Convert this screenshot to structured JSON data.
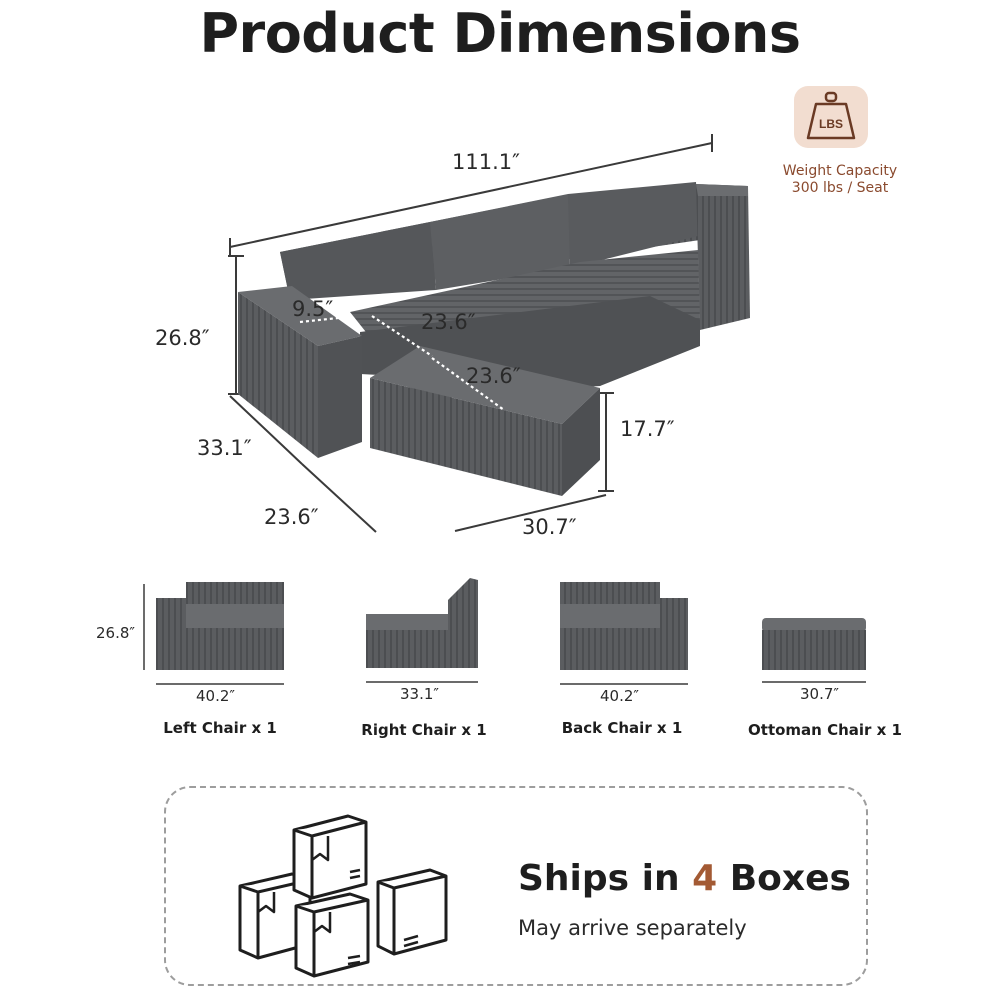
{
  "title": "Product Dimensions",
  "weight": {
    "icon_text": "LBS",
    "line1": "Weight Capacity",
    "line2": "300 lbs / Seat"
  },
  "dimensions": {
    "overall_length": "111.1″",
    "height": "26.8″",
    "arm_width": "9.5″",
    "seat_depth": "23.6″",
    "ottoman_depth": "23.6″",
    "depth": "33.1″",
    "ottoman_extension": "23.6″",
    "ottoman_height": "17.7″",
    "ottoman_width": "30.7″"
  },
  "pieces": [
    {
      "label": "Left Chair x 1",
      "width": "40.2″",
      "height": "26.8″"
    },
    {
      "label": "Right Chair x 1",
      "width": "33.1″"
    },
    {
      "label": "Back Chair x 1",
      "width": "40.2″"
    },
    {
      "label": "Ottoman Chair x 1",
      "width": "30.7″"
    }
  ],
  "shipping": {
    "prefix": "Ships in ",
    "count": "4",
    "suffix": " Boxes",
    "note": "May arrive separately"
  },
  "colors": {
    "sofa": "#5b5d60",
    "sofa_dark": "#46484b",
    "accent": "#a35a34",
    "badge_bg": "#f2ddd0"
  }
}
